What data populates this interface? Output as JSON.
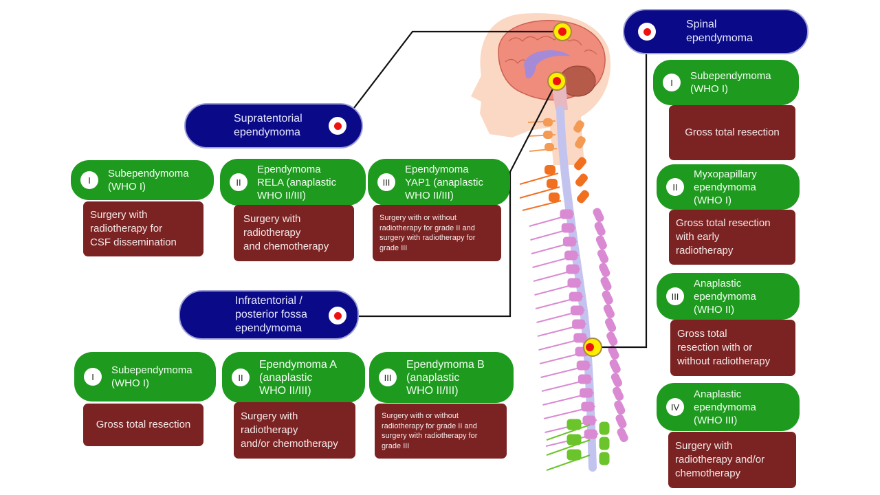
{
  "colors": {
    "location_box": "#0a0a88",
    "grade_box": "#1e9a1e",
    "treatment_box": "#7b2323",
    "tumor_marker": "#ee1111"
  },
  "locations": {
    "supratentorial": {
      "label": "Supratentorial\nependymoma"
    },
    "infratentorial": {
      "label": "Infratentorial /\nposterior fossa\nependymoma"
    },
    "spinal": {
      "label": "Spinal\nependymoma"
    }
  },
  "supratentorial_types": [
    {
      "grade": "I",
      "name": "Subependymoma\n(WHO I)",
      "treatment": "Surgery with\nradiotherapy for\nCSF dissemination"
    },
    {
      "grade": "II",
      "name": "Ependymoma\nRELA (anaplastic\nWHO II/III)",
      "treatment": "Surgery with\nradiotherapy\nand chemotherapy"
    },
    {
      "grade": "III",
      "name": "Ependymoma\nYAP1 (anaplastic\nWHO II/III)",
      "treatment": "Surgery with or without\nradiotherapy for grade II and\nsurgery with radiotherapy for\ngrade III"
    }
  ],
  "infratentorial_types": [
    {
      "grade": "I",
      "name": "Subependymoma\n(WHO I)",
      "treatment": "Gross total resection"
    },
    {
      "grade": "II",
      "name": "Ependymoma A\n(anaplastic\nWHO II/III)",
      "treatment": "Surgery with\nradiotherapy\nand/or chemotherapy"
    },
    {
      "grade": "III",
      "name": "Ependymoma B\n(anaplastic\nWHO II/III)",
      "treatment": "Surgery with or without\nradiotherapy for grade II and\nsurgery with radiotherapy for\ngrade III"
    }
  ],
  "spinal_types": [
    {
      "grade": "I",
      "name": "Subependymoma\n(WHO I)",
      "treatment": "Gross total resection"
    },
    {
      "grade": "II",
      "name": "Myxopapillary\nependymoma\n(WHO I)",
      "treatment": "Gross total resection\nwith early\nradiotherapy"
    },
    {
      "grade": "III",
      "name": "Anaplastic\nependymoma\n(WHO II)",
      "treatment": "Gross total\nresection with or\nwithout radiotherapy"
    },
    {
      "grade": "IV",
      "name": "Anaplastic\nependymoma\n(WHO III)",
      "treatment": "Surgery with\nradiotherapy and/or\nchemotherapy"
    }
  ]
}
